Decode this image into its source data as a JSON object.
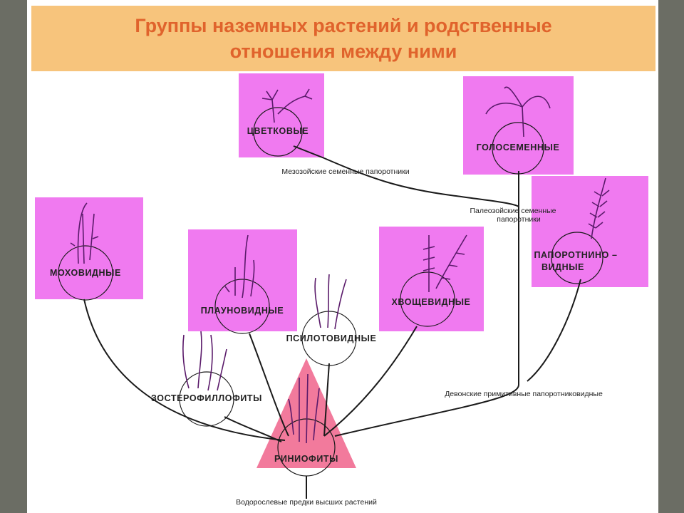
{
  "title": {
    "line1": "Группы наземных растений и родственные",
    "line2": "отношения между ними"
  },
  "groups": {
    "flowering": "ЦВЕТКОВЫЕ",
    "gymnosperms": "ГОЛОСЕМЕННЫЕ",
    "mosses": "МОХОВИДНЫЕ",
    "lycopods": "ПЛАУНОВИДНЫЕ",
    "horsetails": "ХВОЩЕВИДНЫЕ",
    "ferns_line1": "ПАПОРОТНИНО –",
    "ferns_line2": "ВИДНЫЕ",
    "psilotums": "ПСИЛОТОВИДНЫЕ",
    "zosterophyllophytes": "ЗОСТЕРОФИЛЛОФИТЫ",
    "rhyniophytes": "РИНИОФИТЫ"
  },
  "ancestors": {
    "mesozoic": "Мезозойские семенные папоротники",
    "paleozoic_line1": "Палеозойские семенные",
    "paleozoic_line2": "папоротники",
    "devonian": "Девонские примитивные папоротниковидные",
    "algal": "Водорослевые предки высших растений"
  },
  "colors": {
    "background": "#6b6d64",
    "slide": "#ffffff",
    "title_bar": "#f7c47c",
    "title_text": "#e0632c",
    "group_highlight": "#f07af0",
    "rhyniophyte_triangle": "#f27a9c",
    "lines": "#1a1a1a"
  }
}
